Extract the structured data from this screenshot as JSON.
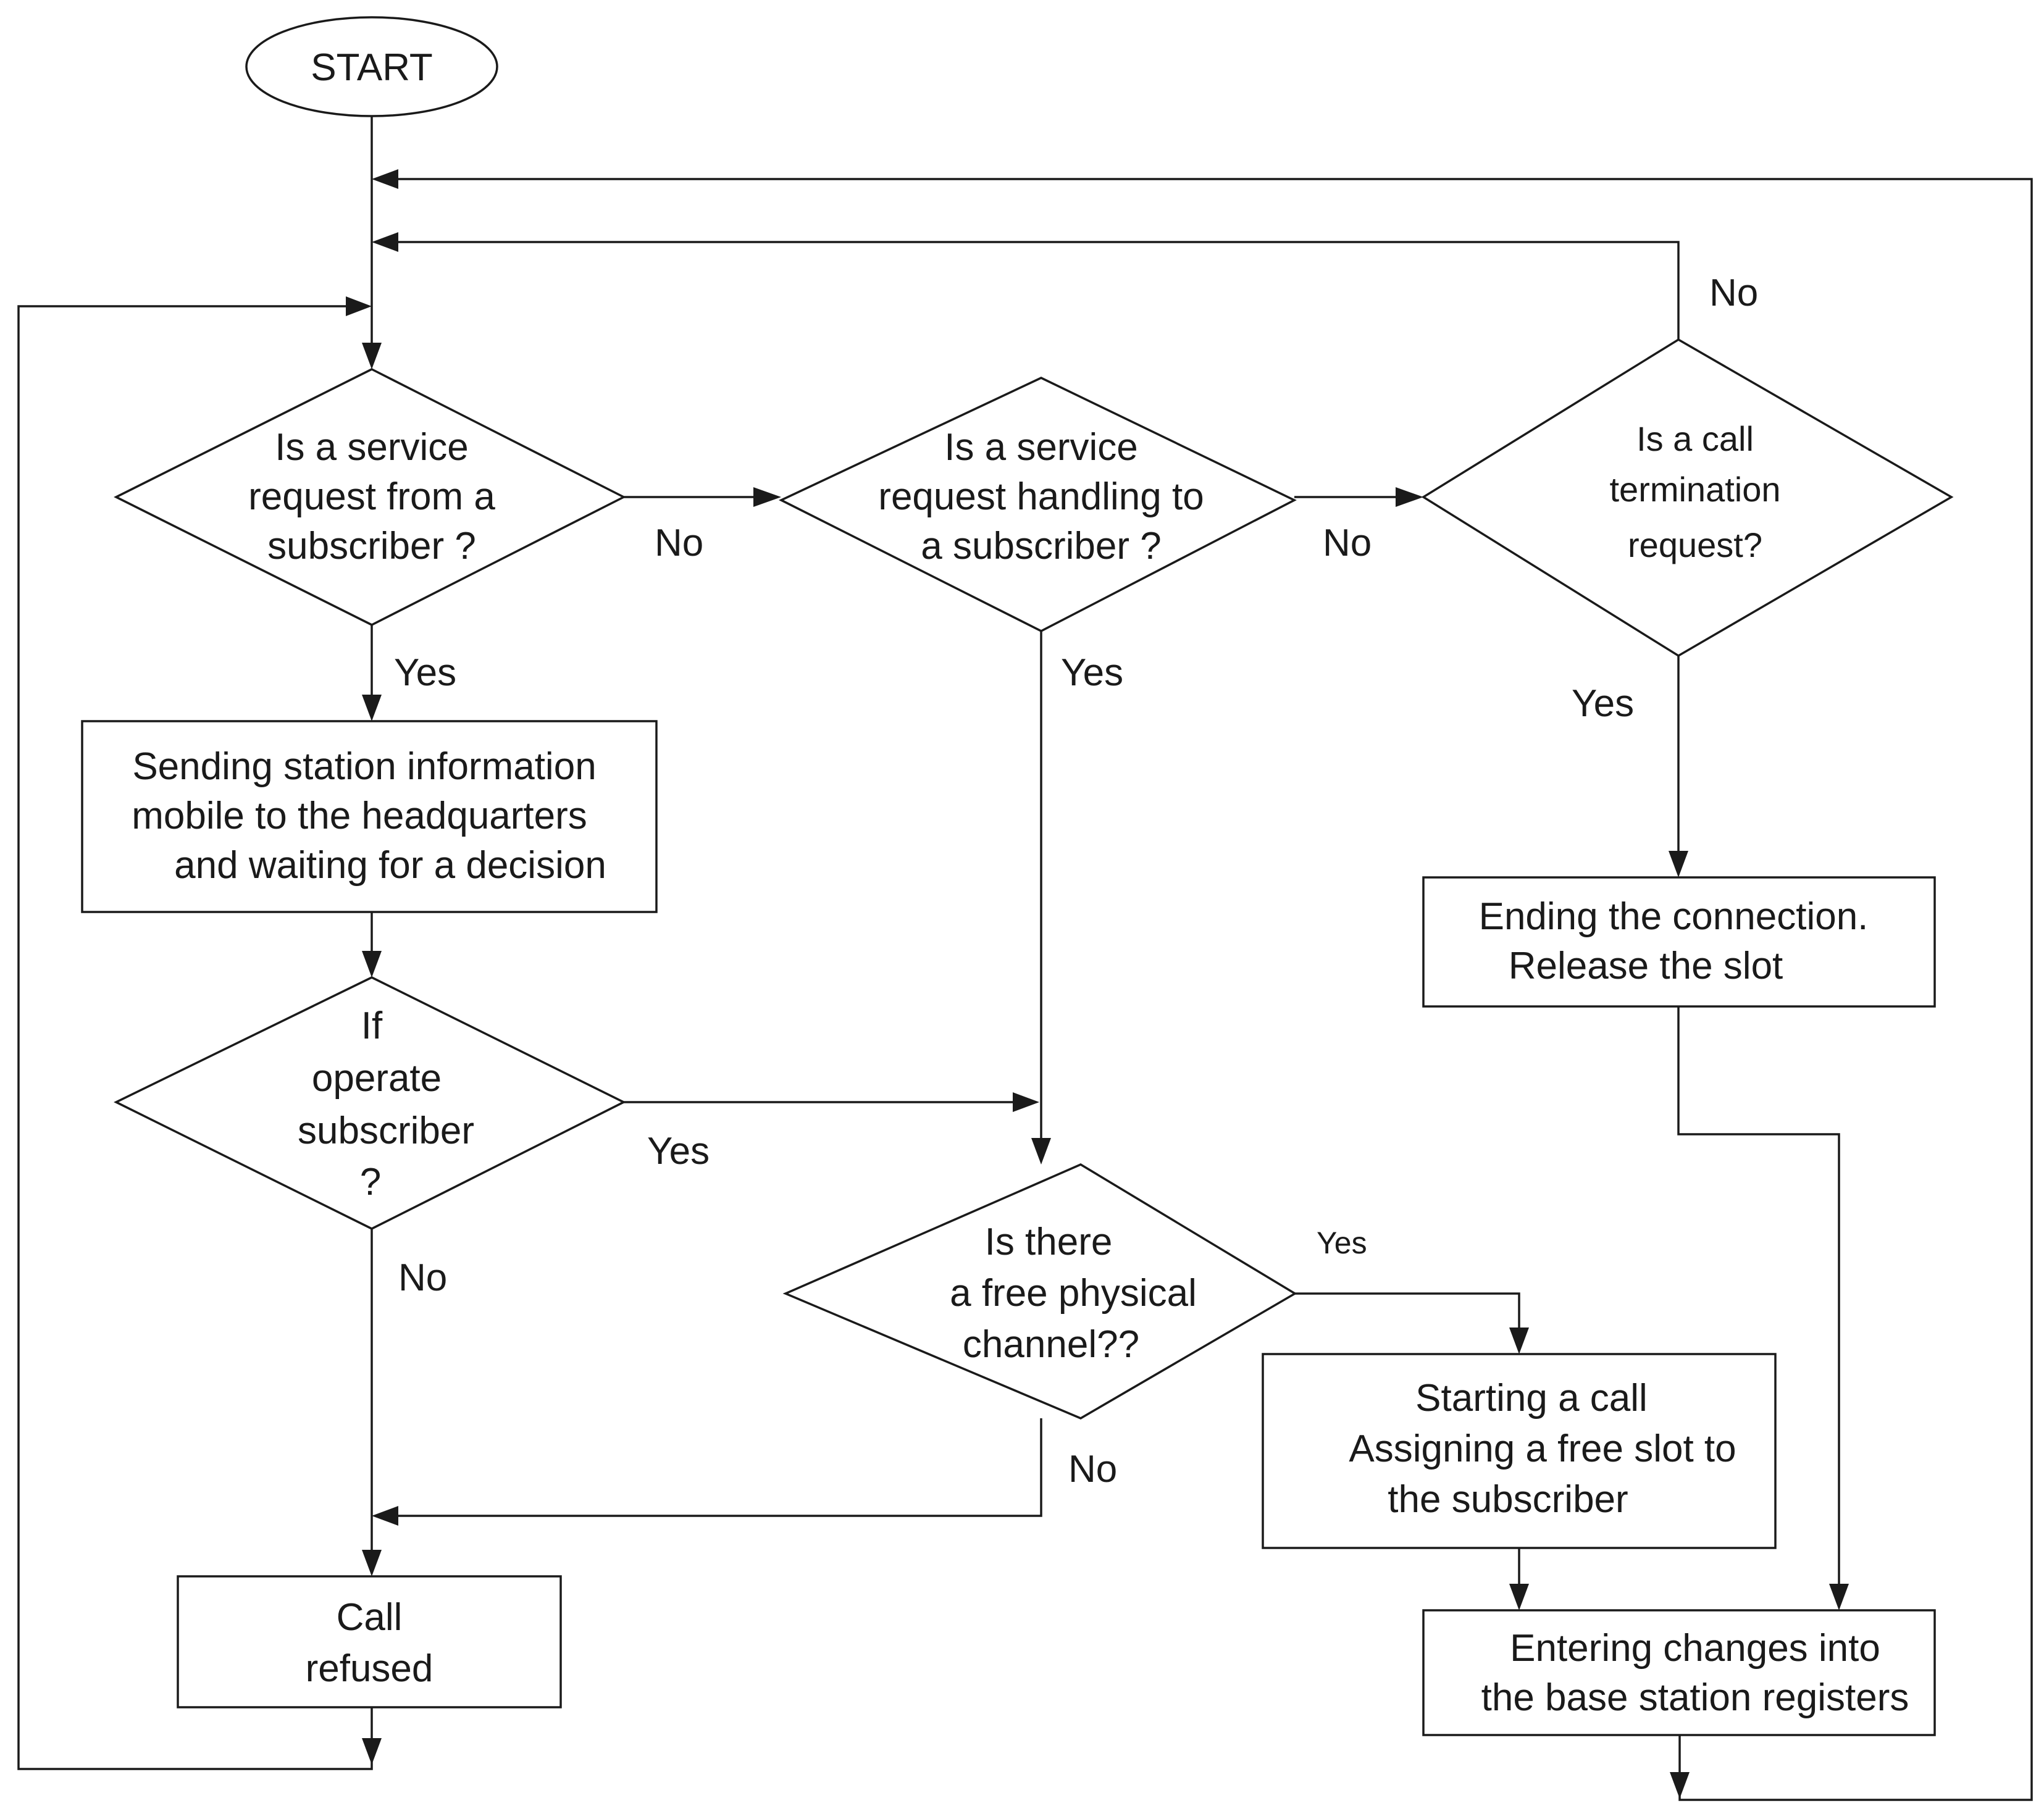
{
  "start": "START",
  "decisions": {
    "service_request_from": [
      "Is a service",
      "request from a",
      "subscriber ?"
    ],
    "service_request_to": [
      "Is a service",
      "request handling to",
      "a subscriber ?"
    ],
    "call_termination": [
      "Is a call",
      "termination",
      "request?"
    ],
    "operate_subscriber": [
      "If",
      "operate",
      "subscriber",
      "?"
    ],
    "free_channel": [
      "Is there",
      "a free physical",
      "channel??"
    ]
  },
  "processes": {
    "sending_station": [
      "Sending station information",
      "mobile to the headquarters",
      "and waiting for a decision"
    ],
    "ending_connection": [
      "Ending the connection.",
      "Release the slot"
    ],
    "starting_call": [
      "Starting a call",
      "Assigning a free slot to",
      "the subscriber"
    ],
    "call_refused": [
      "Call",
      "refused"
    ],
    "entering_changes": [
      "Entering changes into",
      "the base station registers"
    ]
  },
  "branch_labels": {
    "from_no": "No",
    "from_yes": "Yes",
    "to_no": "No",
    "to_yes": "Yes",
    "term_no": "No",
    "term_yes": "Yes",
    "operate_yes": "Yes",
    "operate_no": "No",
    "channel_yes": "Yes",
    "channel_no": "No"
  }
}
